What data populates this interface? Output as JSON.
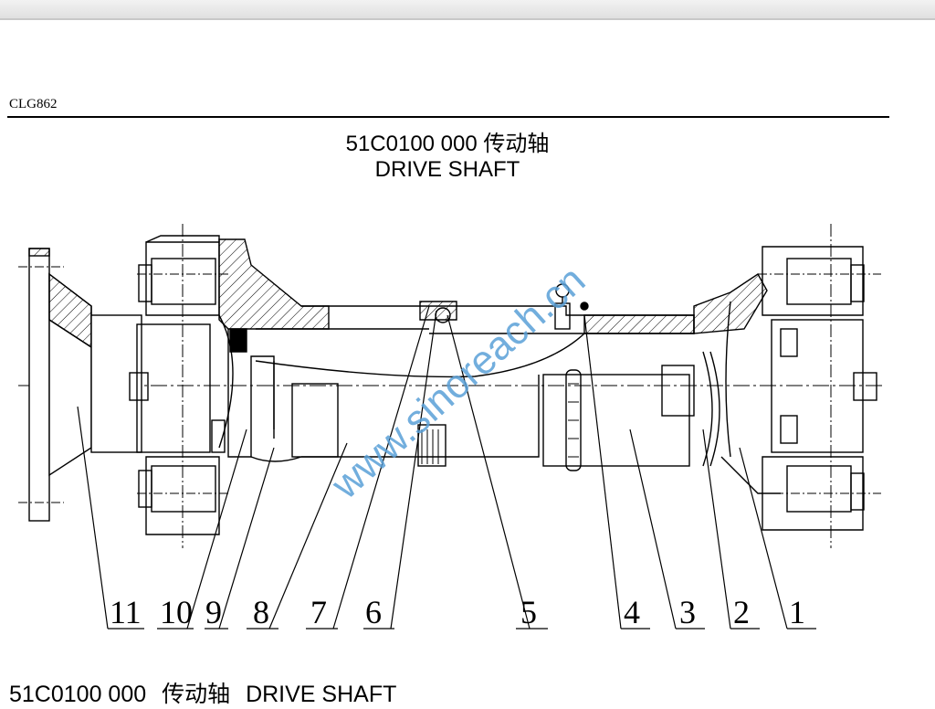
{
  "header": {
    "model": "CLG862"
  },
  "title": {
    "line1": "51C0100 000  传动轴",
    "line2": "DRIVE SHAFT"
  },
  "watermark": "www.sinoreach.cn",
  "callouts": [
    "11",
    "10",
    "9",
    "8",
    "7",
    "6",
    "5",
    "4",
    "3",
    "2",
    "1"
  ],
  "caption": {
    "code": "51C0100 000",
    "cn": "传动轴",
    "en": "DRIVE SHAFT"
  },
  "colors": {
    "watermark": "#5aa0d8",
    "line": "#000000"
  }
}
